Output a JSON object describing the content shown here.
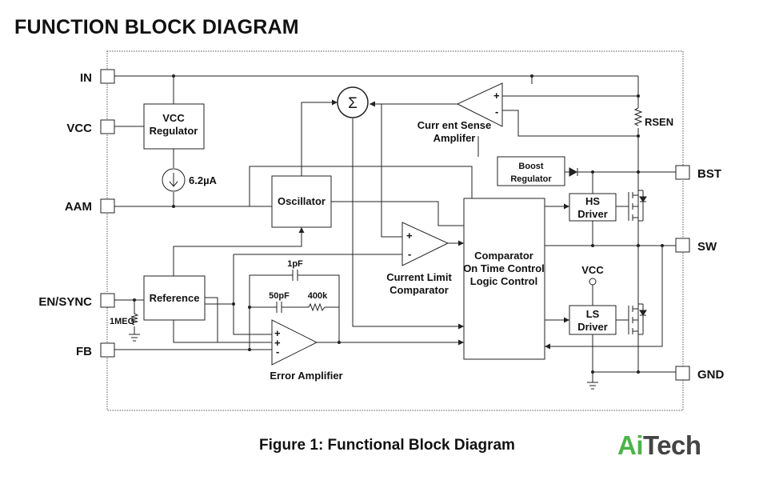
{
  "title": "FUNCTION BLOCK DIAGRAM",
  "caption": "Figure 1: Functional Block Diagram",
  "logo": {
    "part1": "Ai",
    "part2": "Tech",
    "color_ai": "#4db34a",
    "color_tech": "#444444"
  },
  "pins": {
    "in": "IN",
    "vcc": "VCC",
    "aam": "AAM",
    "en_sync": "EN/SYNC",
    "fb": "FB",
    "bst": "BST",
    "sw": "SW",
    "gnd": "GND"
  },
  "blocks": {
    "vcc_regulator": [
      "VCC",
      "Regulator"
    ],
    "oscillator": "Oscillator",
    "reference": "Reference",
    "current_sense_amp": [
      "Curr ent Sense",
      "Amplifer"
    ],
    "boost_regulator": [
      "Boost",
      "Regulator"
    ],
    "current_limit_comp": [
      "Current Limit",
      "Comparator"
    ],
    "comparator_logic": [
      "Comparator",
      "On Time Control",
      "Logic Control"
    ],
    "hs_driver": [
      "HS",
      "Driver"
    ],
    "ls_driver": [
      "LS",
      "Driver"
    ],
    "error_amp": "Error Amplifier"
  },
  "labels": {
    "current_source": "6.2µA",
    "rsen": "RSEN",
    "vcc_node": "VCC",
    "r_1meg": "1MEG",
    "c_1pf": "1pF",
    "c_50pf": "50pF",
    "r_400k": "400k",
    "sigma": "Σ",
    "plus": "+",
    "minus": "-"
  }
}
